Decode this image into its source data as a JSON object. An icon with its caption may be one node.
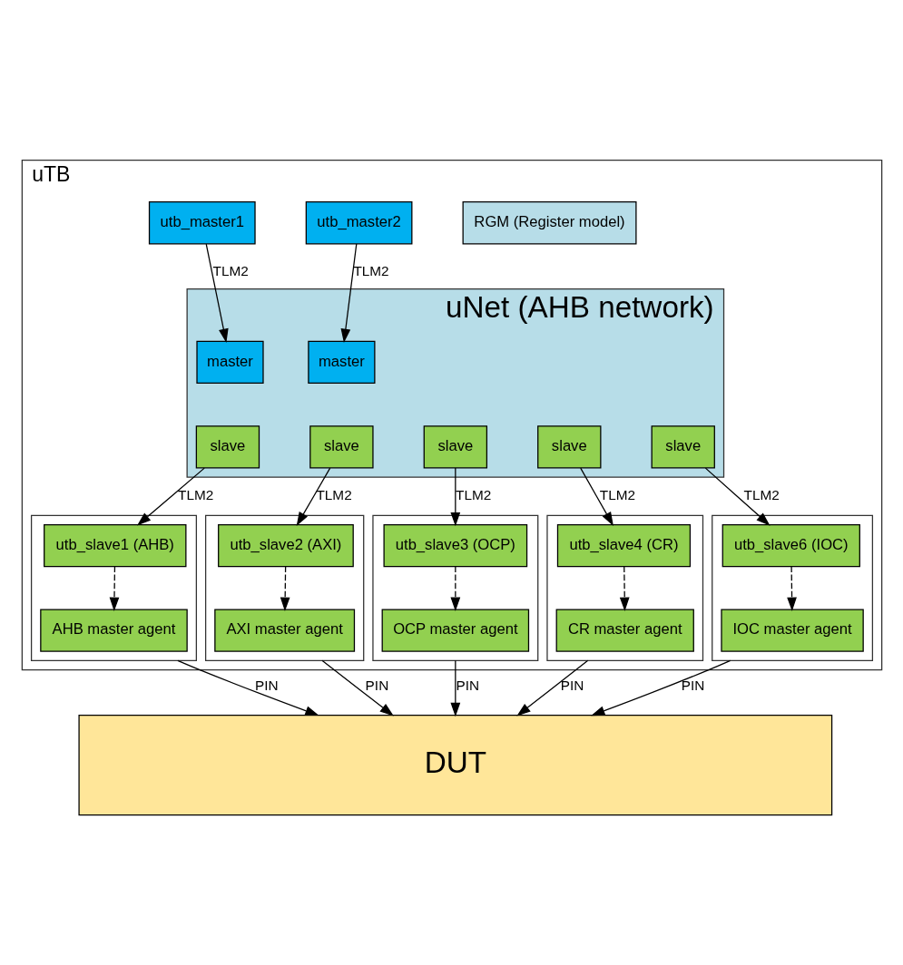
{
  "diagram": {
    "nodes": [
      {
        "text": [
          "uTB"
        ]
      },
      {
        "text": [
          "utb_master1"
        ],
        "in": 0
      },
      {
        "text": [
          "utb_master2"
        ],
        "in": 0
      },
      {
        "text": [
          "RGM (Register model)"
        ],
        "in": 0
      },
      {
        "text": [
          "uNet (AHB network)"
        ],
        "in": 0
      },
      {
        "text": [
          "master"
        ],
        "in": 4
      },
      {
        "text": [
          "master"
        ],
        "in": 4
      },
      {
        "text": [
          "slave"
        ],
        "in": 4
      },
      {
        "text": [
          "slave"
        ],
        "in": 4
      },
      {
        "text": [
          "slave"
        ],
        "in": 4
      },
      {
        "text": [
          "slave"
        ],
        "in": 4
      },
      {
        "text": [
          "slave"
        ],
        "in": 4
      },
      {
        "text": [],
        "shape": "box",
        "in": 0
      },
      {
        "text": [
          "utb_slave1 (AHB)"
        ],
        "in": 12
      },
      {
        "text": [
          "AHB master agent"
        ],
        "in": 12
      },
      {
        "text": [],
        "shape": "box",
        "in": 0
      },
      {
        "text": [
          "utb_slave2 (AXI)"
        ],
        "in": 15
      },
      {
        "text": [
          "AXI master agent"
        ],
        "in": 15
      },
      {
        "text": [],
        "shape": "box",
        "in": 0
      },
      {
        "text": [
          "utb_slave3 (OCP)"
        ],
        "in": 18
      },
      {
        "text": [
          "OCP master agent"
        ],
        "in": 18
      },
      {
        "text": [],
        "shape": "box",
        "in": 0
      },
      {
        "text": [
          "utb_slave4 (CR)"
        ],
        "in": 21
      },
      {
        "text": [
          "CR master agent"
        ],
        "in": 21
      },
      {
        "text": [],
        "shape": "box",
        "in": 0
      },
      {
        "text": [
          "utb_slave6 (IOC)"
        ],
        "in": 24
      },
      {
        "text": [
          "IOC master agent"
        ],
        "in": 24
      },
      {
        "text": [
          "DUT"
        ]
      }
    ],
    "edges": [
      {
        "from": 1,
        "to": 5,
        "arrow": "to",
        "label": "TLM2"
      },
      {
        "from": 2,
        "to": 6,
        "arrow": "to",
        "label": "TLM2"
      },
      {
        "from": 7,
        "to": 13,
        "arrow": "to",
        "label": "TLM2"
      },
      {
        "from": 8,
        "to": 16,
        "arrow": "to",
        "label": "TLM2"
      },
      {
        "from": 9,
        "to": 19,
        "arrow": "to",
        "label": "TLM2"
      },
      {
        "from": 10,
        "to": 22,
        "arrow": "to",
        "label": "TLM2"
      },
      {
        "from": 11,
        "to": 25,
        "arrow": "to",
        "label": "TLM2"
      },
      {
        "from": 13,
        "to": 14,
        "arrow": "to",
        "style": "dashed"
      },
      {
        "from": 16,
        "to": 17,
        "arrow": "to",
        "style": "dashed"
      },
      {
        "from": 19,
        "to": 20,
        "arrow": "to",
        "style": "dashed"
      },
      {
        "from": 22,
        "to": 23,
        "arrow": "to",
        "style": "dashed"
      },
      {
        "from": 25,
        "to": 26,
        "arrow": "to",
        "style": "dashed"
      },
      {
        "from": 12,
        "to": 27,
        "arrow": "to",
        "label": "PIN"
      },
      {
        "from": 15,
        "to": 27,
        "arrow": "to",
        "label": "PIN"
      },
      {
        "from": 18,
        "to": 27,
        "arrow": "to",
        "label": "PIN"
      },
      {
        "from": 21,
        "to": 27,
        "arrow": "to",
        "label": "PIN"
      },
      {
        "from": 24,
        "to": 27,
        "arrow": "to",
        "label": "PIN"
      }
    ]
  }
}
